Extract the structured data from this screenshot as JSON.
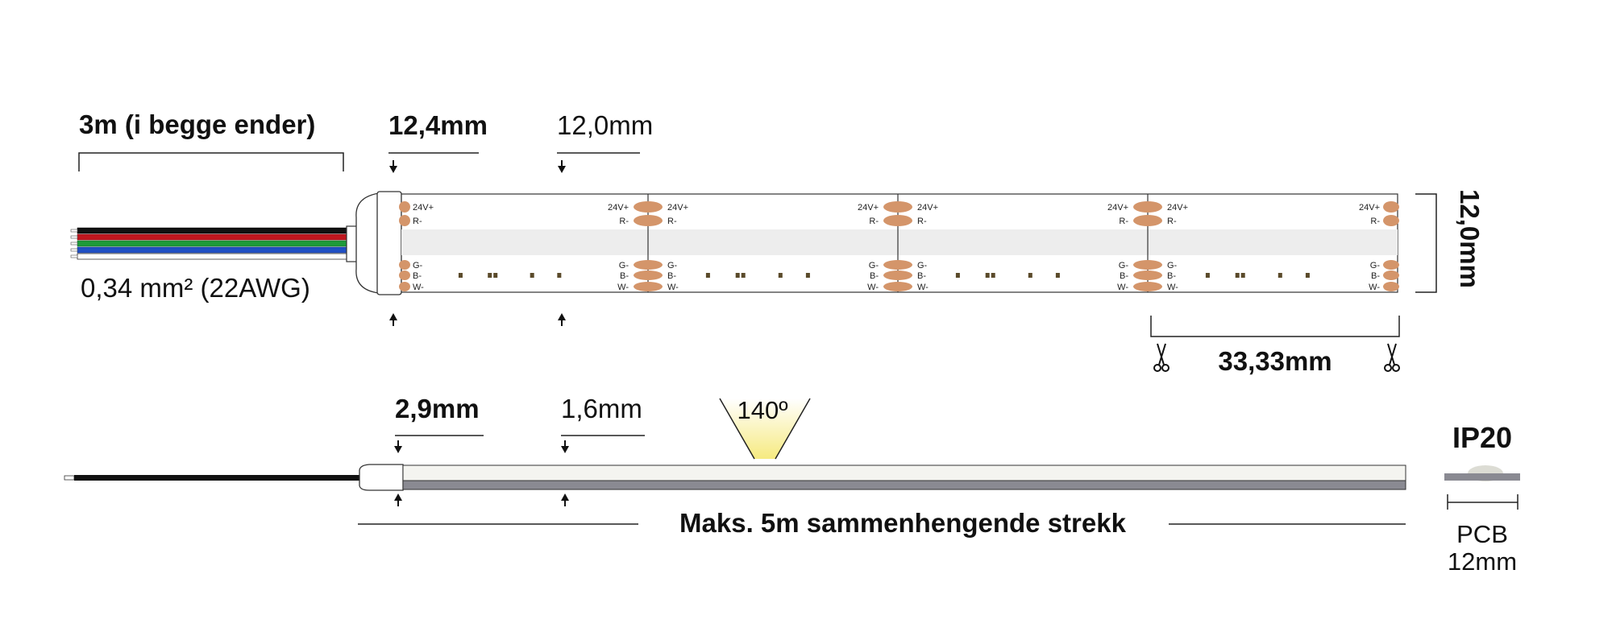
{
  "labels": {
    "cable_length": "3m (i begge ender)",
    "endcap_width": "12,4mm",
    "strip_width": "12,0mm",
    "wire_gauge": "0,34 mm² (22AWG)",
    "strip_height": "12,0mm",
    "cut_length": "33,33mm",
    "endcap_height": "2,9mm",
    "strip_thickness": "1,6mm",
    "beam_angle": "140º",
    "ip_rating": "IP20",
    "max_run": "Maks. 5m sammenhengende strekk",
    "pcb_label": "PCB",
    "pcb_width": "12mm"
  },
  "pads": {
    "v24": "24V+",
    "r": "R-",
    "g": "G-",
    "b": "B-",
    "w": "W-"
  },
  "colors": {
    "wire_black": "#111111",
    "wire_red": "#c0171f",
    "wire_green": "#1e9a3a",
    "wire_blue": "#1f4fc4",
    "wire_white": "#ffffff",
    "copper_pad": "#d4956a",
    "strip_band": "#ededed",
    "beam": "#f6ea80"
  },
  "icons": [
    "scissors-icon",
    "arrow-down-icon",
    "arrow-up-icon"
  ]
}
